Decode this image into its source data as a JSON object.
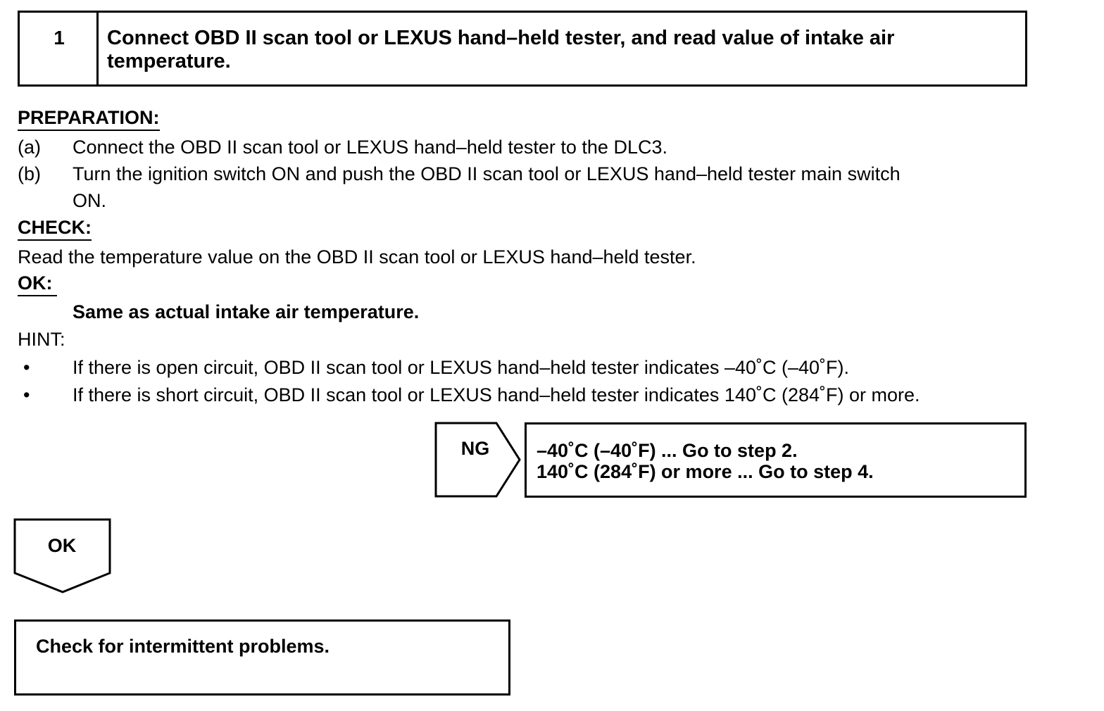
{
  "step": {
    "number": "1",
    "title": "Connect OBD II scan tool or LEXUS hand–held tester, and read value of intake air temperature."
  },
  "preparation": {
    "heading": "PREPARATION:",
    "items": [
      {
        "marker": "(a)",
        "line1": "Connect the OBD II scan tool or LEXUS hand–held tester to the DLC3."
      },
      {
        "marker": "(b)",
        "line1": "Turn the ignition switch ON and push the OBD II scan tool or LEXUS hand–held tester main switch",
        "line2": "ON."
      }
    ]
  },
  "check": {
    "heading": "CHECK:",
    "text": "Read the temperature value on the OBD II scan tool or LEXUS hand–held tester."
  },
  "ok": {
    "heading": "OK:",
    "text": "Same as actual intake air temperature."
  },
  "hint": {
    "heading": "HINT:",
    "items": [
      {
        "marker": "•",
        "text": "If there is open circuit, OBD II scan tool or LEXUS hand–held tester indicates –40˚C (–40˚F)."
      },
      {
        "marker": "•",
        "text": "If there is short circuit, OBD II scan tool or LEXUS hand–held tester indicates 140˚C (284˚F) or more."
      }
    ]
  },
  "flow": {
    "ng_label": "NG",
    "ng_lines": [
      "–40˚C (–40˚F) ... Go to step 2.",
      "140˚C (284˚F) or more ... Go to step 4."
    ],
    "ok_label": "OK",
    "final_text": "Check for intermittent problems."
  }
}
